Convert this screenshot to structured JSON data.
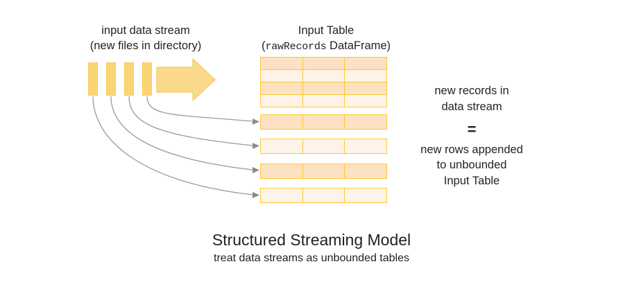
{
  "diagram": {
    "stream_label": {
      "line1": "input data stream",
      "line2": "(new files in directory)"
    },
    "table_label": {
      "line1": "Input Table",
      "paren_open": "(",
      "code": "rawRecords",
      "rest": " DataFrame)"
    },
    "equation": {
      "line1": "new records in",
      "line2": "data stream",
      "equals": "=",
      "line3": "new rows appended",
      "line4": "to unbounded",
      "line5": "Input Table"
    },
    "caption": {
      "title": "Structured Streaming Model",
      "subtitle": "treat data streams as unbounded tables"
    },
    "stream_bars": [
      {
        "name": "file-block-1"
      },
      {
        "name": "file-block-2"
      },
      {
        "name": "file-block-3"
      },
      {
        "name": "file-block-4"
      }
    ],
    "input_table": {
      "columns": 3,
      "rows": [
        {
          "shade": "dark"
        },
        {
          "shade": "light"
        },
        {
          "shade": "dark"
        },
        {
          "shade": "light"
        }
      ]
    },
    "appended_rows": [
      {
        "shade": "dark"
      },
      {
        "shade": "light"
      },
      {
        "shade": "dark"
      },
      {
        "shade": "light"
      }
    ],
    "colors": {
      "bar_fill": "#FBD575",
      "arrow_fill": "#FBD98B",
      "arrow_stroke": "#F7C95A",
      "cell_border": "#FDC82F",
      "row_dark": "#FCE2C3",
      "row_light": "#FDF3E8",
      "connector": "#9A9A9A",
      "text": "#231F20",
      "background": "#FFFFFF"
    }
  }
}
